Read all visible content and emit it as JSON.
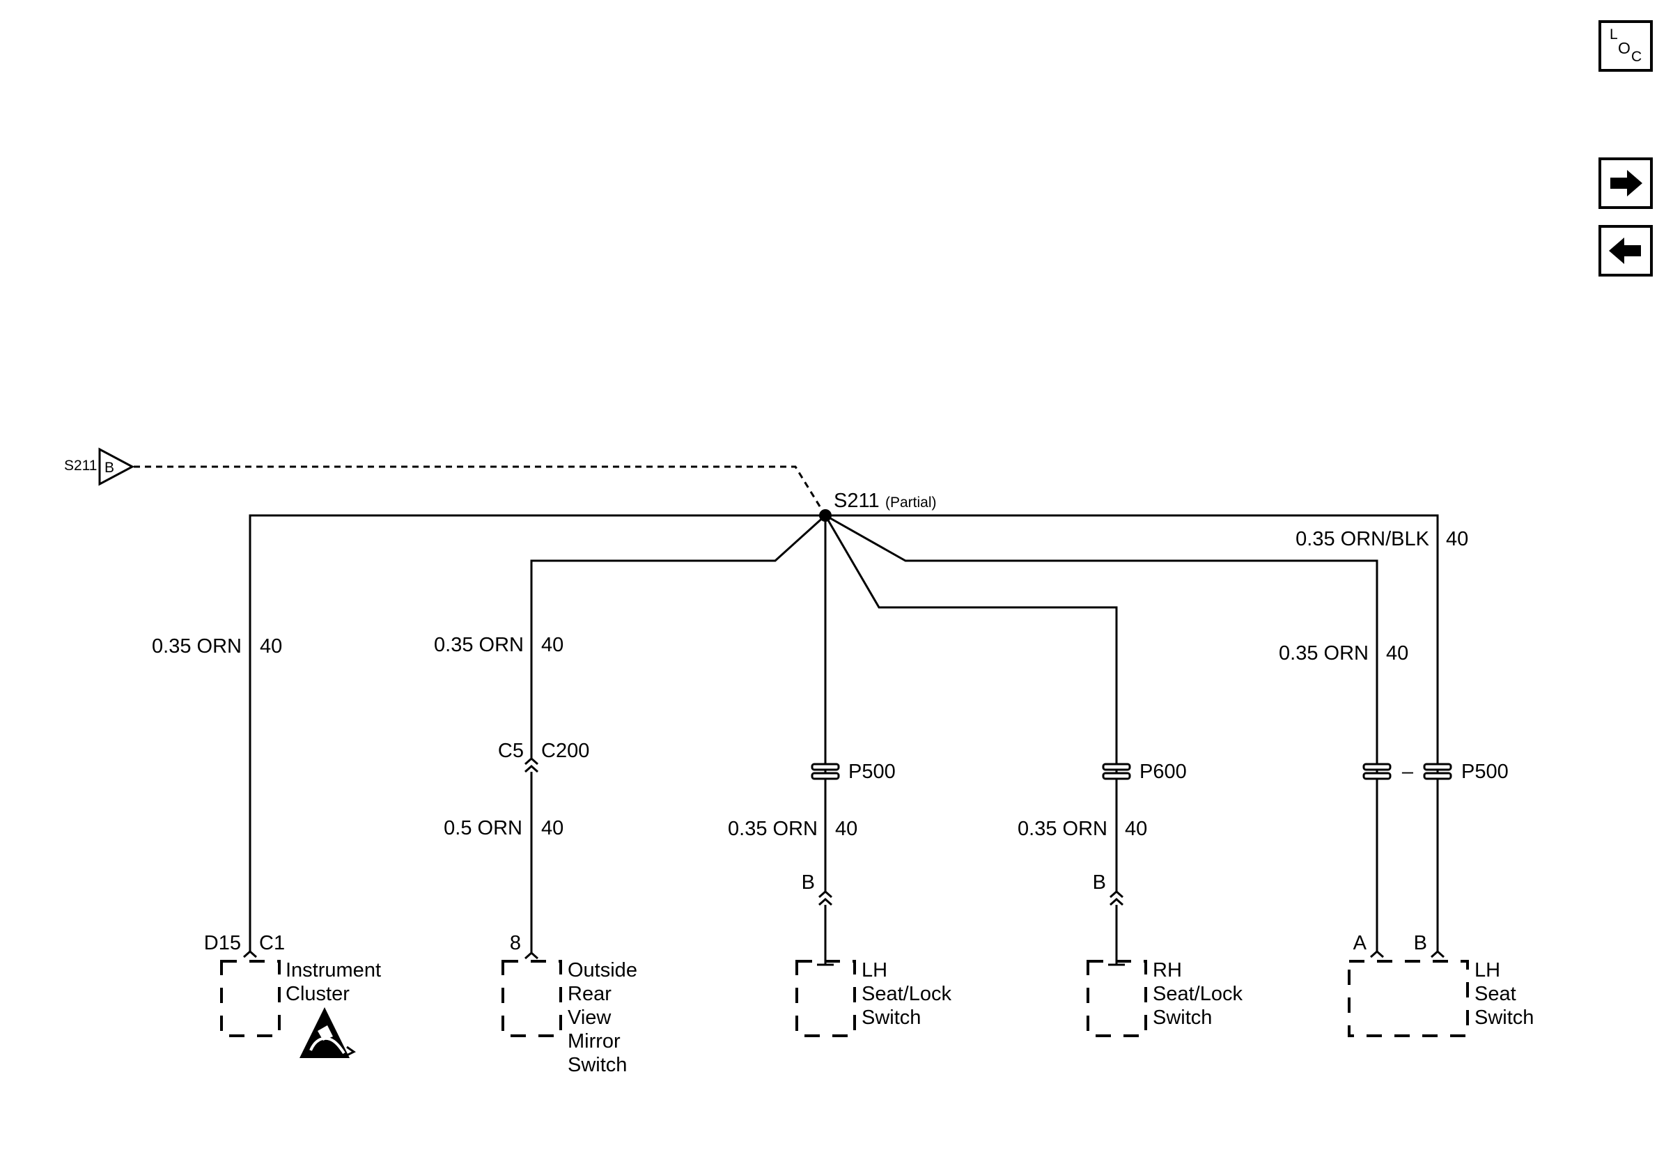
{
  "nav": {
    "loc": {
      "l": "L",
      "o": "O",
      "c": "C"
    },
    "next_icon": "arrow-right-icon",
    "prev_icon": "arrow-left-icon"
  },
  "offpage": {
    "splice": "S211",
    "letter": "B"
  },
  "splice": {
    "name": "S211",
    "note": "(Partial)"
  },
  "wires": {
    "instrument": {
      "gauge": "0.35 ORN",
      "circuit": "40"
    },
    "mirror_upper": {
      "gauge": "0.35 ORN",
      "circuit": "40"
    },
    "mirror_lower": {
      "gauge": "0.5 ORN",
      "circuit": "40"
    },
    "lh_lock": {
      "gauge": "0.35 ORN",
      "circuit": "40"
    },
    "rh_lock": {
      "gauge": "0.35 ORN",
      "circuit": "40"
    },
    "seat_a": {
      "gauge": "0.35 ORN",
      "circuit": "40"
    },
    "seat_b": {
      "gauge": "0.35 ORN/BLK",
      "circuit": "40"
    }
  },
  "connectors": {
    "c200": {
      "left": "C5",
      "right": "C200"
    },
    "p500_lh": "P500",
    "p600": "P600",
    "p500_seat": "P500",
    "seat_dash": "–"
  },
  "terminals": {
    "instrument_pin": "D15",
    "instrument_conn": "C1",
    "mirror_pin": "8",
    "lh_lock_pin": "B",
    "rh_lock_pin": "B",
    "seat_pin_a": "A",
    "seat_pin_b": "B"
  },
  "components": {
    "instrument": [
      "Instrument",
      "Cluster"
    ],
    "mirror": [
      "Outside",
      "Rear",
      "View",
      "Mirror",
      "Switch"
    ],
    "lh_lock": [
      "LH",
      "Seat/Lock",
      "Switch"
    ],
    "rh_lock": [
      "RH",
      "Seat/Lock",
      "Switch"
    ],
    "lh_seat": [
      "LH",
      "Seat",
      "Switch"
    ]
  },
  "icons": {
    "esd": "esd-sensitive-icon"
  }
}
